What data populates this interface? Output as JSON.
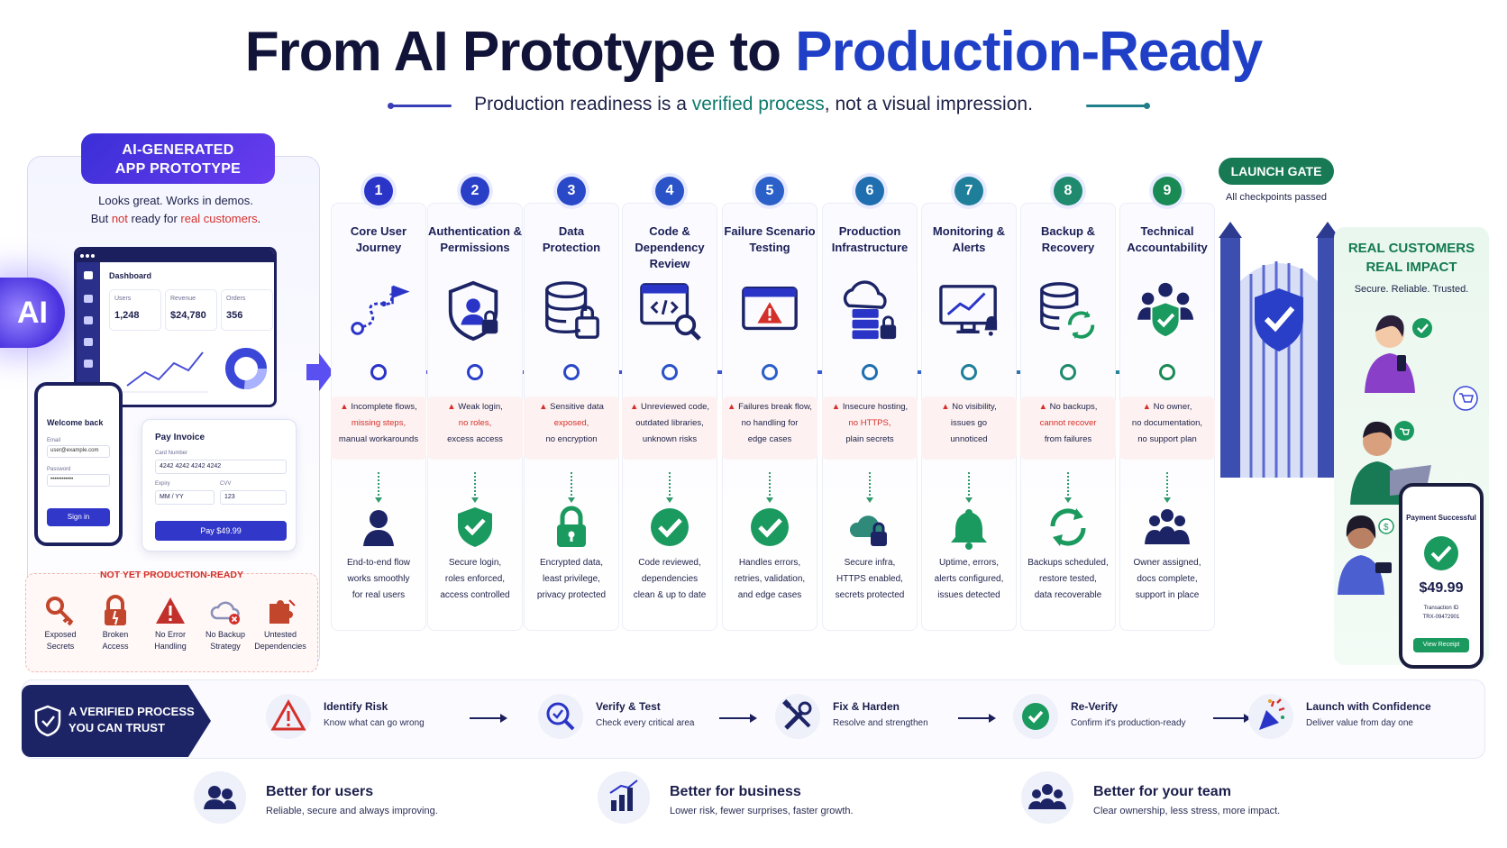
{
  "header": {
    "title_part1": "From AI Prototype to ",
    "title_part2": "Production-Ready",
    "subtitle_a": "Production readiness is a ",
    "subtitle_b": "verified process",
    "subtitle_c": ", not a visual impression."
  },
  "prototype": {
    "badge_line1": "AI-GENERATED",
    "badge_line2": "APP PROTOTYPE",
    "tagline1": "Looks great. Works in demos.",
    "tagline2_a": "But ",
    "tagline2_b": "not",
    "tagline2_c": " ready for ",
    "tagline2_d": "real customers",
    "tagline2_e": ".",
    "orb_label": "AI",
    "dashboard": {
      "title": "Dashboard",
      "kpis": [
        {
          "label": "Users",
          "value": "1,248"
        },
        {
          "label": "Revenue",
          "value": "$24,780"
        },
        {
          "label": "Orders",
          "value": "356"
        }
      ]
    },
    "login": {
      "title": "Welcome back",
      "email_label": "Email",
      "email_value": "user@example.com",
      "password_label": "Password",
      "password_value": "••••••••••••",
      "button": "Sign in"
    },
    "invoice": {
      "title": "Pay Invoice",
      "card_label": "Card Number",
      "card_value": "4242 4242 4242 4242",
      "expiry_label": "Expiry",
      "expiry_value": "MM / YY",
      "cvv_label": "CVV",
      "cvv_value": "123",
      "button": "Pay $49.99"
    },
    "not_ready_title": "NOT YET PRODUCTION-READY",
    "not_ready_items": [
      {
        "line1": "Exposed",
        "line2": "Secrets",
        "icon": "key-icon"
      },
      {
        "line1": "Broken",
        "line2": "Access",
        "icon": "broken-lock-icon"
      },
      {
        "line1": "No Error",
        "line2": "Handling",
        "icon": "warning-icon"
      },
      {
        "line1": "No Backup",
        "line2": "Strategy",
        "icon": "cloud-error-icon"
      },
      {
        "line1": "Untested",
        "line2": "Dependencies",
        "icon": "puzzle-icon"
      }
    ]
  },
  "steps": [
    {
      "num": "1",
      "title": [
        "Core User",
        "Journey"
      ],
      "risk": [
        "Incomplete flows,",
        "missing steps,",
        "manual workarounds"
      ],
      "good": [
        "End-to-end flow",
        "works smoothly",
        "for real users"
      ],
      "icon": "journey-path-icon",
      "good_icon": "user-icon"
    },
    {
      "num": "2",
      "title": [
        "Authentication &",
        "Permissions"
      ],
      "risk": [
        "Weak login,",
        "no roles,",
        "excess access"
      ],
      "good": [
        "Secure login,",
        "roles enforced,",
        "access controlled"
      ],
      "icon": "shield-user-icon",
      "good_icon": "shield-check-icon"
    },
    {
      "num": "3",
      "title": [
        "Data",
        "Protection"
      ],
      "risk": [
        "Sensitive data",
        "exposed,",
        "no encryption"
      ],
      "good": [
        "Encrypted data,",
        "least privilege,",
        "privacy protected"
      ],
      "icon": "database-lock-icon",
      "good_icon": "padlock-icon"
    },
    {
      "num": "4",
      "title": [
        "Code &",
        "Dependency",
        "Review"
      ],
      "risk": [
        "Unreviewed code,",
        "outdated libraries,",
        "unknown risks"
      ],
      "good": [
        "Code reviewed,",
        "dependencies",
        "clean & up to date"
      ],
      "icon": "code-search-icon",
      "good_icon": "check-circle-icon"
    },
    {
      "num": "5",
      "title": [
        "Failure Scenario",
        "Testing"
      ],
      "risk": [
        "Failures break flow,",
        "no handling for",
        "edge cases"
      ],
      "good": [
        "Handles errors,",
        "retries, validation,",
        "and edge cases"
      ],
      "icon": "browser-warning-icon",
      "good_icon": "check-circle-icon"
    },
    {
      "num": "6",
      "title": [
        "Production",
        "Infrastructure"
      ],
      "risk": [
        "Insecure hosting,",
        "no HTTPS,",
        "plain secrets"
      ],
      "good": [
        "Secure infra,",
        "HTTPS enabled,",
        "secrets protected"
      ],
      "icon": "cloud-server-lock-icon",
      "good_icon": "cloud-lock-icon"
    },
    {
      "num": "7",
      "title": [
        "Monitoring &",
        "Alerts"
      ],
      "risk": [
        "No visibility,",
        "issues go",
        "unnoticed"
      ],
      "good": [
        "Uptime, errors,",
        "alerts configured,",
        "issues detected"
      ],
      "icon": "monitor-chart-icon",
      "good_icon": "bell-icon"
    },
    {
      "num": "8",
      "title": [
        "Backup &",
        "Recovery"
      ],
      "risk": [
        "No backups,",
        "cannot recover",
        "from failures"
      ],
      "good": [
        "Backups scheduled,",
        "restore tested,",
        "data recoverable"
      ],
      "icon": "database-sync-icon",
      "good_icon": "sync-icon"
    },
    {
      "num": "9",
      "title": [
        "Technical",
        "Accountability"
      ],
      "risk": [
        "No owner,",
        "no documentation,",
        "no support plan"
      ],
      "good": [
        "Owner assigned,",
        "docs complete,",
        "support in place"
      ],
      "icon": "team-shield-icon",
      "good_icon": "team-icon"
    }
  ],
  "launch": {
    "badge": "LAUNCH GATE",
    "sub": "All checkpoints passed"
  },
  "customers": {
    "title1": "REAL CUSTOMERS",
    "title2": "REAL IMPACT",
    "sub": "Secure. Reliable. Trusted.",
    "payment": {
      "status": "Payment Successful",
      "amount": "$49.99",
      "txn_label": "Transaction ID",
      "txn_value": "TRX-09472901",
      "button": "View Receipt"
    }
  },
  "process": {
    "badge_line1": "A VERIFIED PROCESS",
    "badge_line2": "YOU CAN TRUST",
    "steps": [
      {
        "title": "Identify Risk",
        "desc": "Know what can go wrong",
        "icon": "warning-icon"
      },
      {
        "title": "Verify & Test",
        "desc": "Check every critical area",
        "icon": "magnifier-check-icon"
      },
      {
        "title": "Fix & Harden",
        "desc": "Resolve and strengthen",
        "icon": "tools-icon"
      },
      {
        "title": "Re-Verify",
        "desc": "Confirm it's production-ready",
        "icon": "check-circle-icon"
      },
      {
        "title": "Launch with Confidence",
        "desc": "Deliver value from day one",
        "icon": "party-popper-icon"
      }
    ]
  },
  "benefits": [
    {
      "title": "Better for users",
      "desc": "Reliable, secure and always improving.",
      "icon": "users-icon"
    },
    {
      "title": "Better for business",
      "desc": "Lower risk, fewer surprises, faster growth.",
      "icon": "bar-chart-icon"
    },
    {
      "title": "Better for your team",
      "desc": "Clear ownership, less stress, more impact.",
      "icon": "team-icon"
    }
  ],
  "colors": {
    "accent_blue": "#1f3fc7",
    "step_colors": [
      "#2a35c8",
      "#2a3fc8",
      "#2a49c8",
      "#2a53c8",
      "#2a60c8",
      "#1f6fb0",
      "#1f7f9a",
      "#1f8a6e",
      "#1a8a55"
    ],
    "risk_red": "#d4302b",
    "good_green": "#1a8a55"
  }
}
